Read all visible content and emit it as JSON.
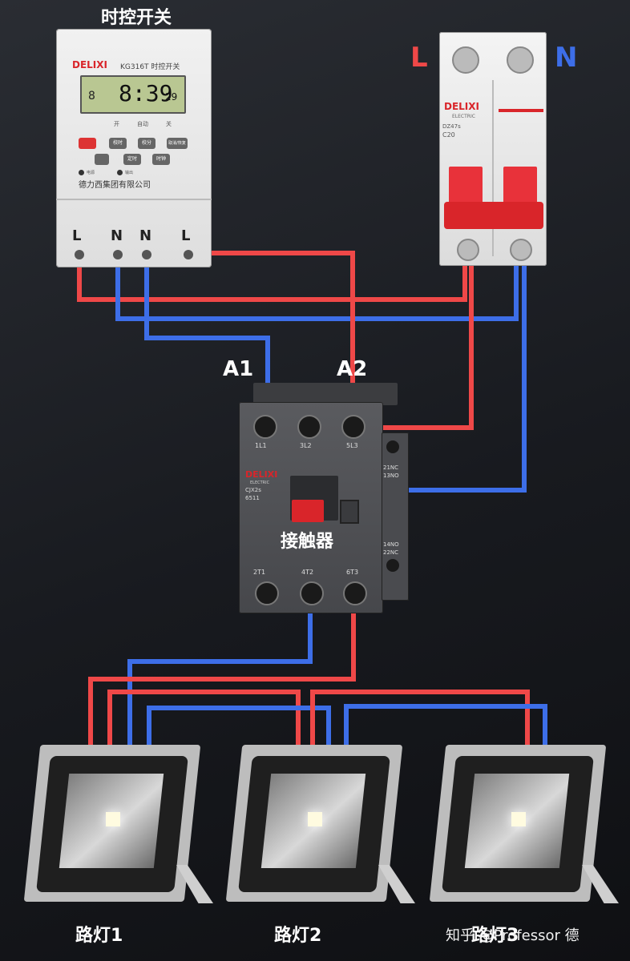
{
  "timer": {
    "title": "时控开关",
    "brand": "DELIXI",
    "model": "KG316T 时控开关",
    "lcd_day": "8",
    "lcd_time": "8:39",
    "lcd_seconds": "29",
    "mode_labels": [
      "开",
      "自动",
      "关"
    ],
    "buttons": [
      "校时",
      "校分",
      "取消/恢复",
      "定时",
      "时钟"
    ],
    "indicators": [
      "电源",
      "输出"
    ],
    "company": "德力西集团有限公司",
    "terminals": [
      "L",
      "N",
      "N",
      "L"
    ]
  },
  "breaker": {
    "label_L": "L",
    "label_N": "N",
    "brand": "DELIXI",
    "sub": "ELECTRIC",
    "model": "DZ47s",
    "rating": "C20"
  },
  "contactor": {
    "label_a1": "A1",
    "label_a2": "A2",
    "brand": "DELIXI",
    "sub": "ELECTRIC",
    "model": "CJX2s",
    "model2": "6511",
    "name": "接触器",
    "top_terminals": [
      "1L1",
      "3L2",
      "5L3"
    ],
    "bottom_terminals": [
      "2T1",
      "4T2",
      "6T3"
    ],
    "aux_top": [
      "21NC",
      "13NO"
    ],
    "aux_bottom": [
      "14NO",
      "22NC"
    ]
  },
  "lamps": [
    "路灯1",
    "路灯2",
    "路灯3"
  ],
  "watermark": "知乎 @Professor 德",
  "colors": {
    "live": "#ef4848",
    "neutral": "#3d6ee8",
    "background": "#1c1e23"
  }
}
